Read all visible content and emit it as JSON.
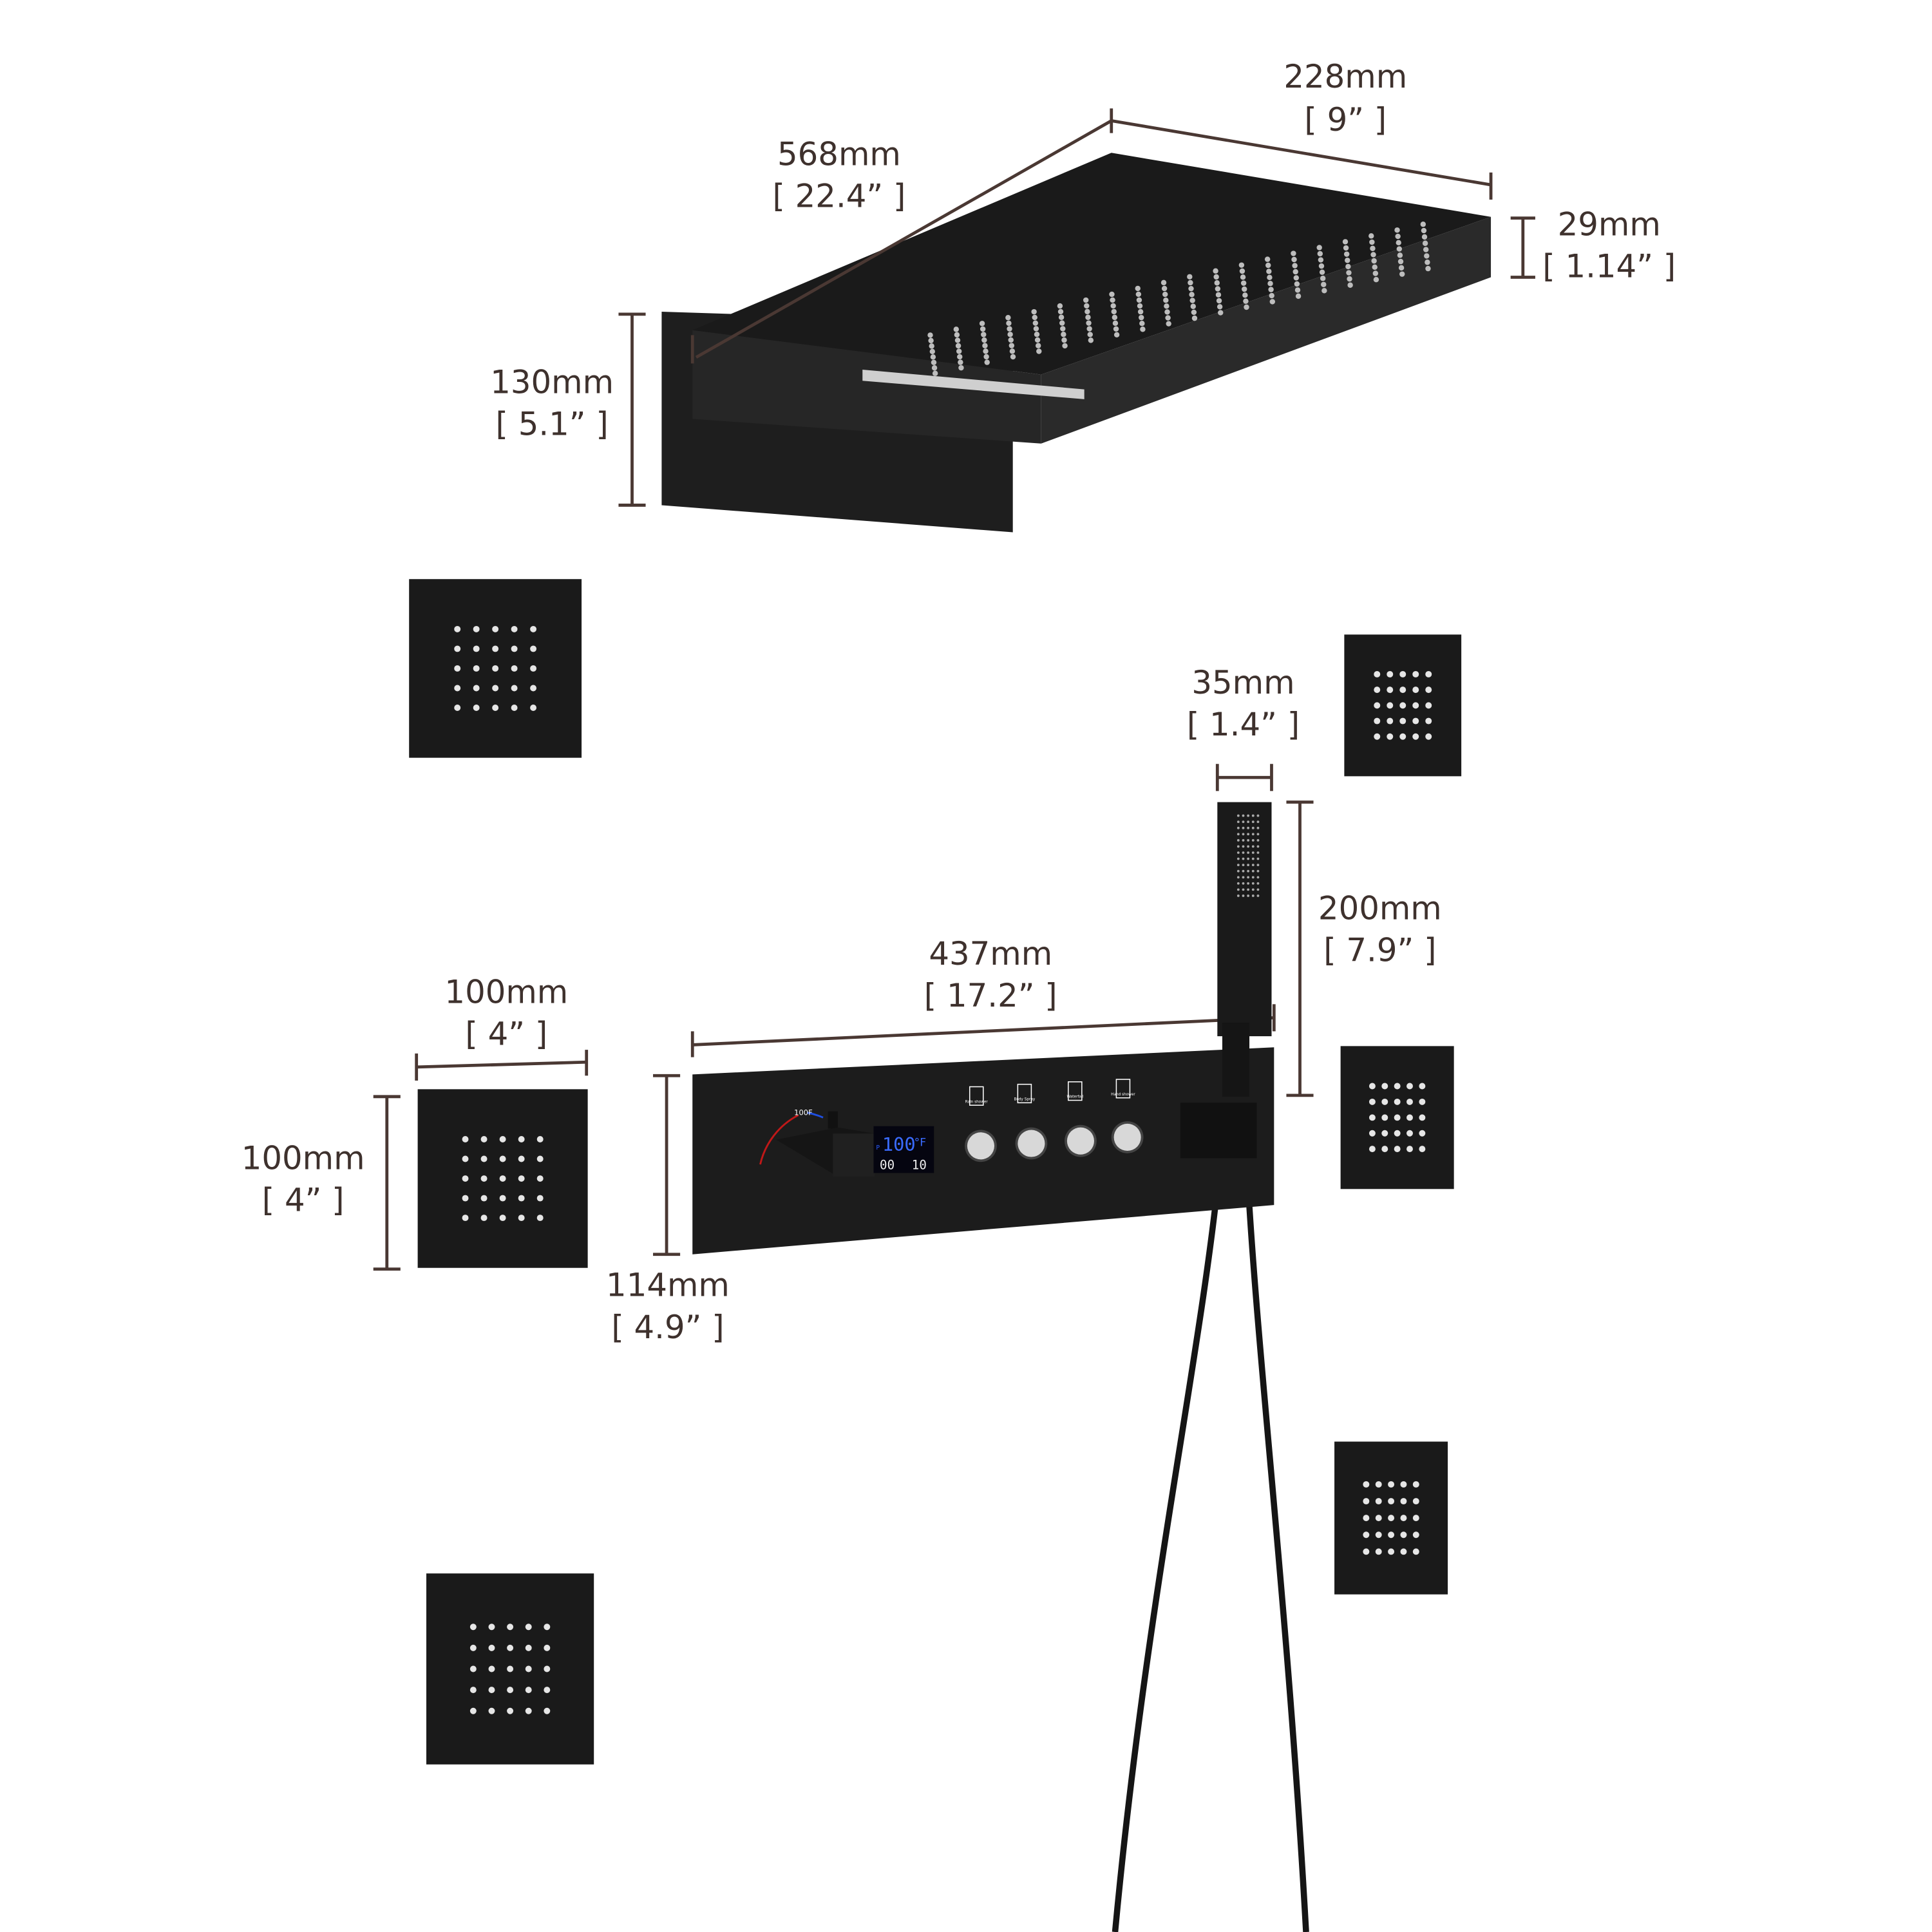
{
  "dimensions": {
    "rain_head_width": {
      "mm": "228mm",
      "in": "[ 9” ]"
    },
    "rain_head_length": {
      "mm": "568mm",
      "in": "[ 22.4” ]"
    },
    "rain_head_thickness": {
      "mm": "29mm",
      "in": "[ 1.14” ]"
    },
    "back_plate_height": {
      "mm": "130mm",
      "in": "[ 5.1” ]"
    },
    "hand_shower_width": {
      "mm": "35mm",
      "in": "[ 1.4” ]"
    },
    "hand_shower_length": {
      "mm": "200mm",
      "in": "[ 7.9” ]"
    },
    "panel_length": {
      "mm": "437mm",
      "in": "[ 17.2” ]"
    },
    "jet_width": {
      "mm": "100mm",
      "in": "[ 4” ]"
    },
    "jet_height": {
      "mm": "100mm",
      "in": "[ 4” ]"
    },
    "panel_height": {
      "mm": "114mm",
      "in": "[ 4.9” ]"
    }
  },
  "control_panel": {
    "dial_label": "100F",
    "display": {
      "prefix": "P",
      "temperature": "100",
      "unit": "°F",
      "minutes": "00",
      "seconds": "10"
    },
    "buttons": [
      {
        "label": "Rain shower",
        "icon": "rain-shower-icon"
      },
      {
        "label": "Body Spray",
        "icon": "body-spray-icon"
      },
      {
        "label": "Waterfall",
        "icon": "waterfall-icon"
      },
      {
        "label": "Hand shower",
        "icon": "hand-shower-icon"
      }
    ]
  },
  "colors": {
    "product": "#1b1b1b",
    "dimension_line": "#4a3833",
    "display_blue": "#2a5cff",
    "dial_hot": "#c01818",
    "dial_cold": "#1f4fe0"
  }
}
